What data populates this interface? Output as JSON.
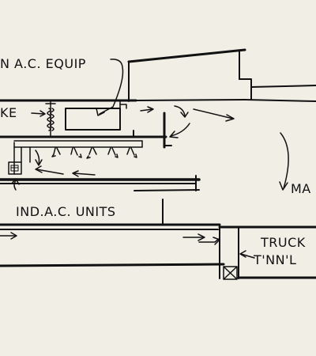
{
  "labels": {
    "main_ac_equip": "N A.C. EQUIP",
    "intake": "KE",
    "ind_ac_units": "IND.A.C. UNITS",
    "main_space": "MA",
    "truck": "TRUCK",
    "tunnel": "T'NN'L"
  },
  "colors": {
    "paper": "#f1eee6",
    "ink": "#111111"
  }
}
